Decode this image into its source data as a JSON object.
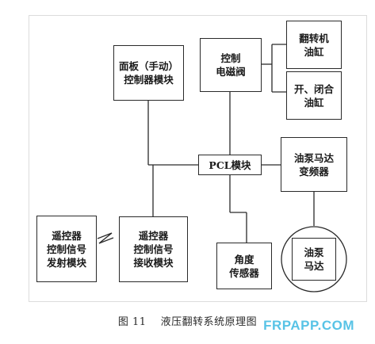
{
  "boxes": {
    "panel_controller": [
      "面板（手动）",
      "控制器模块"
    ],
    "control_solenoid": [
      "控制",
      "电磁阀"
    ],
    "flip_cylinder": [
      "翻转机",
      "油缸"
    ],
    "open_close_cylinder": [
      "开、闭合",
      "油缸"
    ],
    "plc_module": [
      "PCL模块"
    ],
    "pump_inverter": [
      "油泵马达",
      "变频器"
    ],
    "remote_transmitter": [
      "遥控器",
      "控制信号",
      "发射模块"
    ],
    "remote_receiver": [
      "遥控器",
      "控制信号",
      "接收模块"
    ],
    "angle_sensor": [
      "角度",
      "传感器"
    ],
    "pump_motor": [
      "油泵",
      "马达"
    ]
  },
  "caption": {
    "number": "图 11",
    "text": "液压翻转系统原理图"
  },
  "watermark": "FRPAPP.COM",
  "colors": {
    "line": "#2a2a2a",
    "watermark": "#58c3e6"
  }
}
